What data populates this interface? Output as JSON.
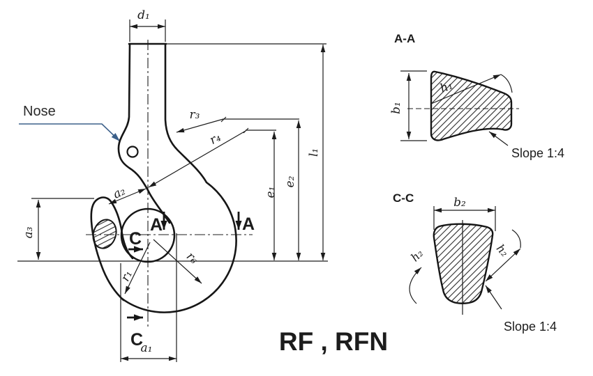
{
  "drawing_title": "RF , RFN",
  "colors": {
    "ink": "#1c1c1c",
    "nose_leader_blue": "#3c608a"
  },
  "main_view": {
    "nose_label": "Nose",
    "labels": {
      "d1": "d₁",
      "r3": "r₃",
      "r4": "r₄",
      "l1": "l₁",
      "e1": "e₁",
      "e2": "e₂",
      "a1": "a₁",
      "a2": "a₂",
      "a3": "a₃",
      "r1": "r₁",
      "r6": "r₆"
    },
    "section_marks": {
      "A": "A",
      "C": "C"
    }
  },
  "sections": {
    "aa": {
      "title": "A-A",
      "b1": "b₁",
      "h1": "h₁",
      "slope": "Slope 1:4"
    },
    "cc": {
      "title": "C-C",
      "b2": "b₂",
      "h2": "h₂",
      "slope": "Slope 1:4"
    }
  }
}
